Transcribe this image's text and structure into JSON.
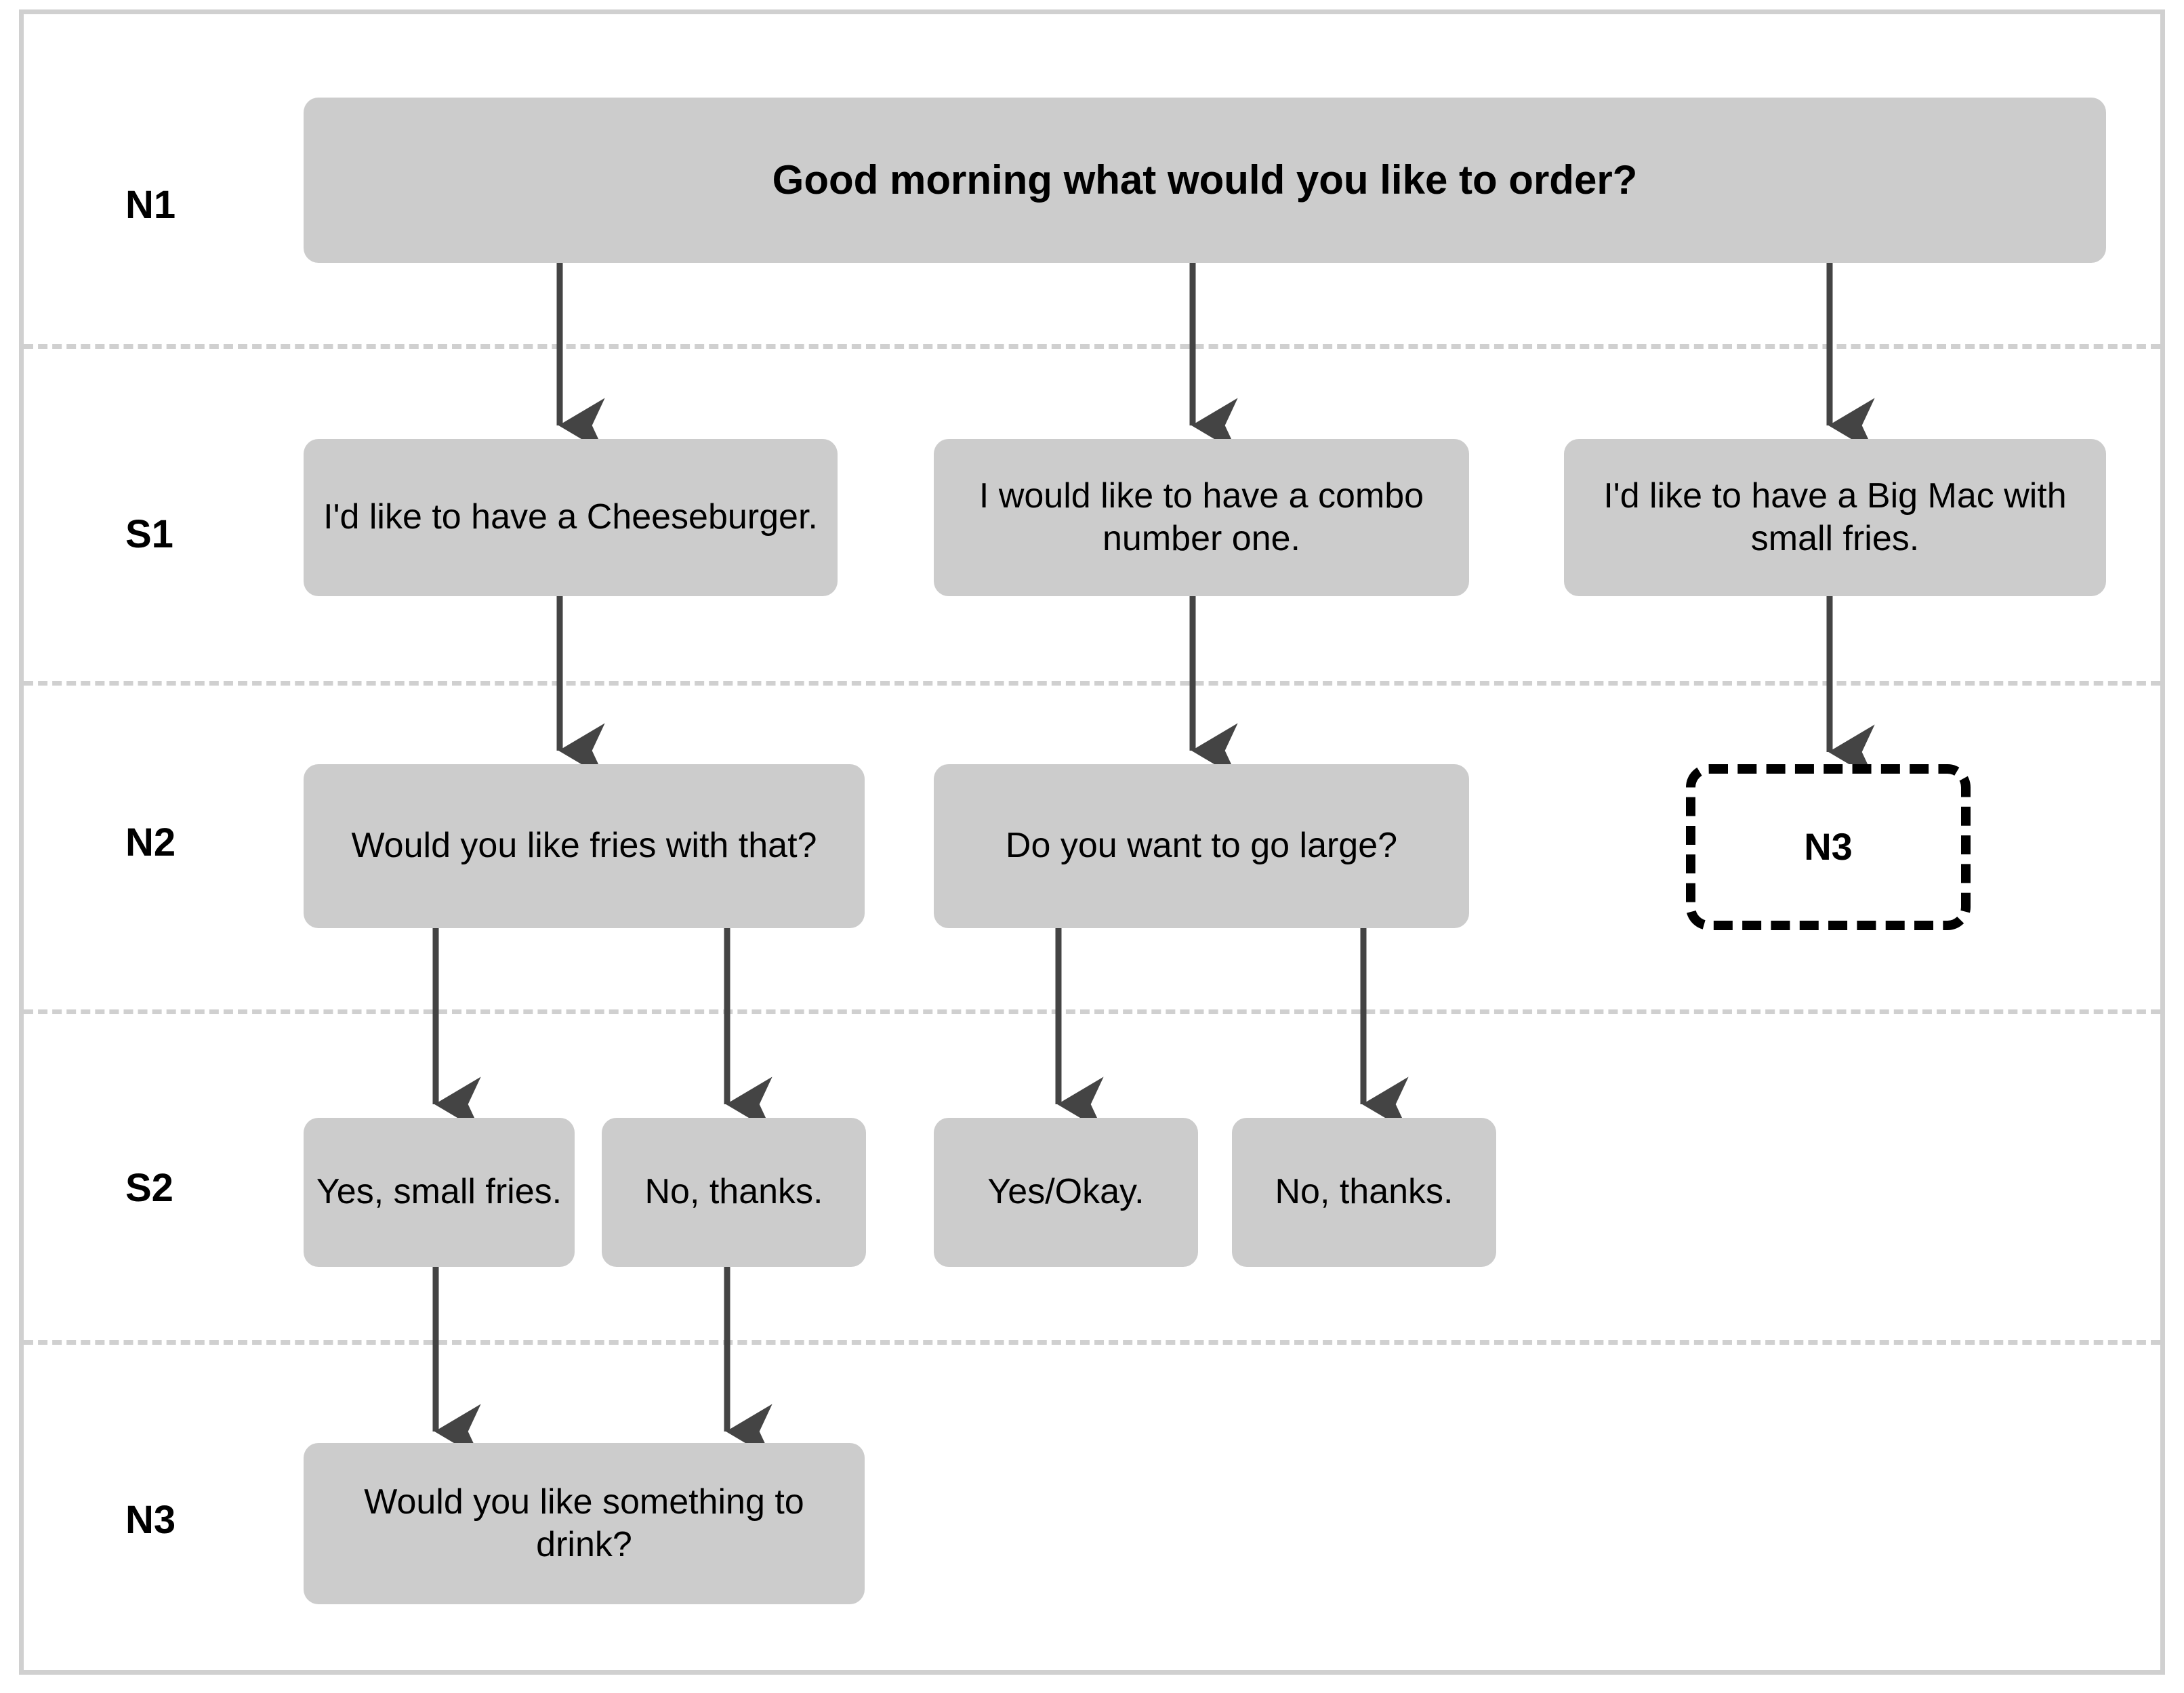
{
  "diagram": {
    "title": "Dialogue flow tree for fast-food ordering",
    "colors": {
      "box_fill": "#cccccc",
      "frame": "#d0d0d0",
      "divider": "#d0d0d0",
      "arrow": "#444444",
      "dashed_node_border": "#000000",
      "text": "#000000"
    },
    "row_labels": [
      {
        "id": "n1",
        "text": "N1"
      },
      {
        "id": "s1",
        "text": "S1"
      },
      {
        "id": "n2",
        "text": "N2"
      },
      {
        "id": "s2",
        "text": "S2"
      },
      {
        "id": "n3",
        "text": "N3"
      }
    ],
    "nodes": {
      "n1_root": "Good morning what would you like to order?",
      "s1_a": "I'd like to have a Cheeseburger.",
      "s1_b": "I would like to have a combo number one.",
      "s1_c": "I'd like to have a Big Mac with small fries.",
      "n2_a": "Would you like fries with that?",
      "n2_b": "Do you want to go large?",
      "n2_c_ref": "N3",
      "s2_a": "Yes, small fries.",
      "s2_b": "No, thanks.",
      "s2_c": "Yes/Okay.",
      "s2_d": "No, thanks.",
      "n3_final": "Would you like something to drink?"
    }
  }
}
